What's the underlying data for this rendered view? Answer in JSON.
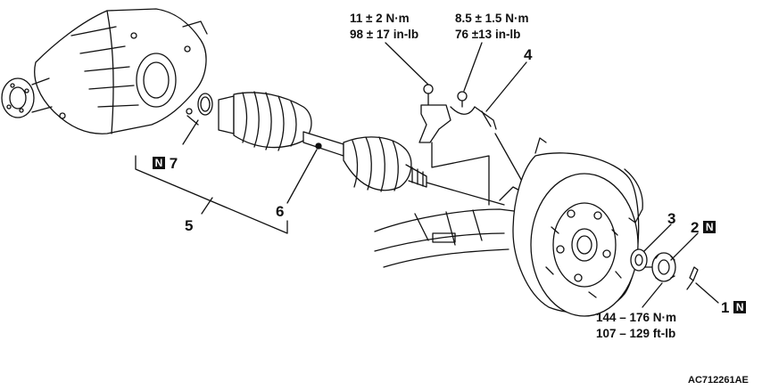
{
  "labels": {
    "torque_top_left": {
      "line1": "11 ± 2 N·m",
      "line2": "98 ± 17 in-lb"
    },
    "torque_top_right": {
      "line1": "8.5 ± 1.5 N·m",
      "line2": "76 ±13 in-lb"
    },
    "torque_hub": {
      "line1": "144 – 176 N·m",
      "line2": "107 – 129 ft-lb"
    },
    "part_1": "1",
    "part_2": "2",
    "part_3": "3",
    "part_4": "4",
    "part_5": "5",
    "part_6": "6",
    "part_7": "7",
    "new_mark": "N",
    "figure_code": "AC712261AE"
  }
}
